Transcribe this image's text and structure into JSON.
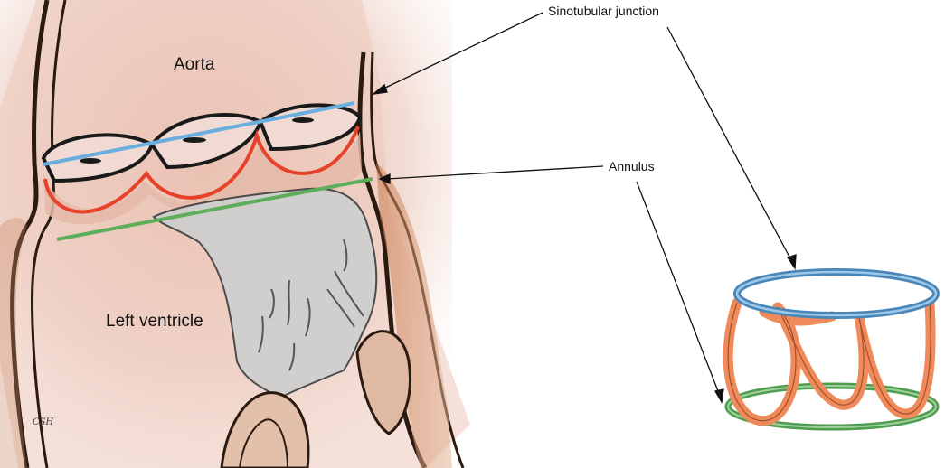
{
  "labels": {
    "aorta": "Aorta",
    "left_ventricle": "Left ventricle",
    "sinotubular_junction": "Sinotubular junction",
    "annulus": "Annulus"
  },
  "signature": "CSH",
  "colors": {
    "sinotubular_line": "#6aaee0",
    "annulus_line": "#5cae5a",
    "leaflet_hinge": "#e8412a",
    "crown_ring": "#f08a5a",
    "tissue_pink": "#e9c2b4",
    "leaflet_gray": "#cfcfcf"
  }
}
